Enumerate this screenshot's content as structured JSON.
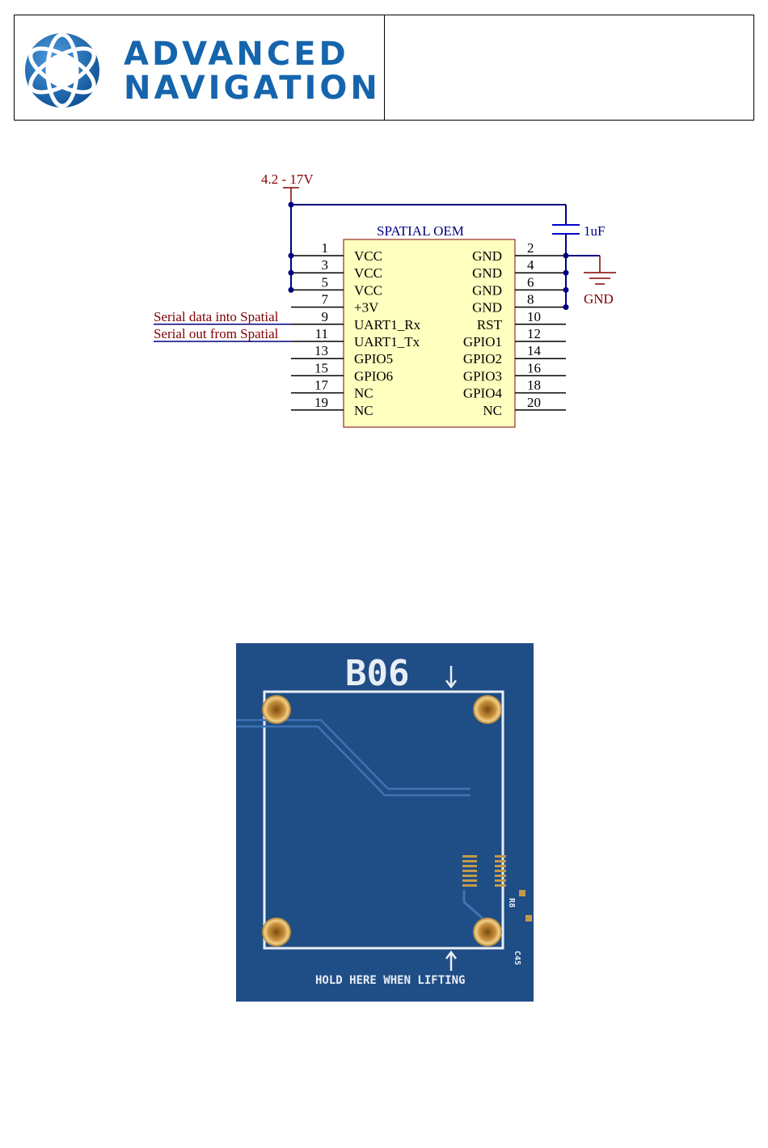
{
  "header": {
    "brand_line1": "ADVANCED",
    "brand_line2": "NAVIGATION",
    "brand_color": "#1565ad"
  },
  "schematic": {
    "supply_label": "4.2 - 17V",
    "chip_title": "SPATIAL OEM",
    "capacitor_label": "1uF",
    "ground_label": "GND",
    "colors": {
      "wire": "#000080",
      "body_fill": "#ffffc0",
      "body_stroke": "#800000",
      "label": "#800000",
      "text": "#000080"
    },
    "left_pins": [
      {
        "num": "1",
        "name": "VCC",
        "net": ""
      },
      {
        "num": "3",
        "name": "VCC",
        "net": ""
      },
      {
        "num": "5",
        "name": "VCC",
        "net": ""
      },
      {
        "num": "7",
        "name": "+3V",
        "net": ""
      },
      {
        "num": "9",
        "name": "UART1_Rx",
        "net": "Serial data into Spatial"
      },
      {
        "num": "11",
        "name": "UART1_Tx",
        "net": "Serial out from Spatial"
      },
      {
        "num": "13",
        "name": "GPIO5",
        "net": ""
      },
      {
        "num": "15",
        "name": "GPIO6",
        "net": ""
      },
      {
        "num": "17",
        "name": "NC",
        "net": ""
      },
      {
        "num": "19",
        "name": "NC",
        "net": ""
      }
    ],
    "right_pins": [
      {
        "num": "2",
        "name": "GND"
      },
      {
        "num": "4",
        "name": "GND"
      },
      {
        "num": "6",
        "name": "GND"
      },
      {
        "num": "8",
        "name": "GND"
      },
      {
        "num": "10",
        "name": "RST"
      },
      {
        "num": "12",
        "name": "GPIO1"
      },
      {
        "num": "14",
        "name": "GPIO2"
      },
      {
        "num": "16",
        "name": "GPIO3"
      },
      {
        "num": "18",
        "name": "GPIO4"
      },
      {
        "num": "20",
        "name": "NC"
      }
    ]
  },
  "pcb_photo": {
    "silkscreen_label": "B06",
    "hold_text": "HOLD HERE WHEN LIFTING",
    "ref_r": "R8",
    "ref_c": "C45",
    "board_color": "#1f4d86"
  }
}
